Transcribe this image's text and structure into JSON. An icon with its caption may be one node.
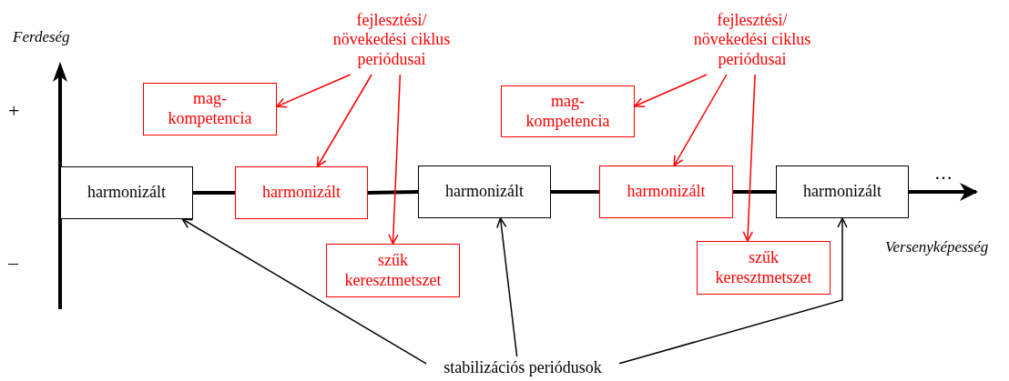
{
  "diagram": {
    "nodes": [
      {
        "text": [
          "fejlesztési/ növekedési ciklus periódusai"
        ]
      },
      {
        "text": [
          "fejlesztési/ növekedési ciklus periódusai"
        ]
      },
      {
        "text": [
          "mag-kompetencia"
        ]
      },
      {
        "text": [
          "mag-kompetencia"
        ]
      },
      {
        "text": [
          "harmonizált"
        ]
      },
      {
        "text": [
          "harmonizált"
        ]
      },
      {
        "text": [
          "harmonizált"
        ]
      },
      {
        "text": [
          "harmonizált"
        ]
      },
      {
        "text": [
          "harmonizált"
        ]
      },
      {
        "text": [
          "szűk keresztmetszet"
        ]
      },
      {
        "text": [
          "szűk keresztmetszet"
        ]
      },
      {
        "text": [
          "stabilizációs periódusok"
        ]
      }
    ],
    "edges": [
      {
        "from": 4,
        "to": 5,
        "arrow": "none",
        "style": "thick"
      },
      {
        "from": 5,
        "to": 6,
        "arrow": "none",
        "style": "thick"
      },
      {
        "from": 6,
        "to": 7,
        "arrow": "none",
        "style": "thick"
      },
      {
        "from": 7,
        "to": 8,
        "arrow": "none",
        "style": "thick"
      },
      {
        "from": 8,
        "to": null,
        "arrow": "to",
        "style": "thick"
      },
      {
        "from": 0,
        "to": 2,
        "arrow": "to",
        "color": "#ff0000"
      },
      {
        "from": 0,
        "to": 5,
        "arrow": "to",
        "color": "#ff0000"
      },
      {
        "from": 0,
        "to": 9,
        "arrow": "to",
        "color": "#ff0000"
      },
      {
        "from": 1,
        "to": 3,
        "arrow": "to",
        "color": "#ff0000"
      },
      {
        "from": 1,
        "to": 7,
        "arrow": "to",
        "color": "#ff0000"
      },
      {
        "from": 1,
        "to": 10,
        "arrow": "to",
        "color": "#ff0000"
      },
      {
        "from": 11,
        "to": 4,
        "arrow": "to"
      },
      {
        "from": 11,
        "to": 6,
        "arrow": "to"
      },
      {
        "from": 11,
        "to": 8,
        "arrow": "to"
      }
    ],
    "labels": [
      "Ferdeség",
      "+",
      "–",
      "…",
      "Versenyképesség"
    ]
  }
}
